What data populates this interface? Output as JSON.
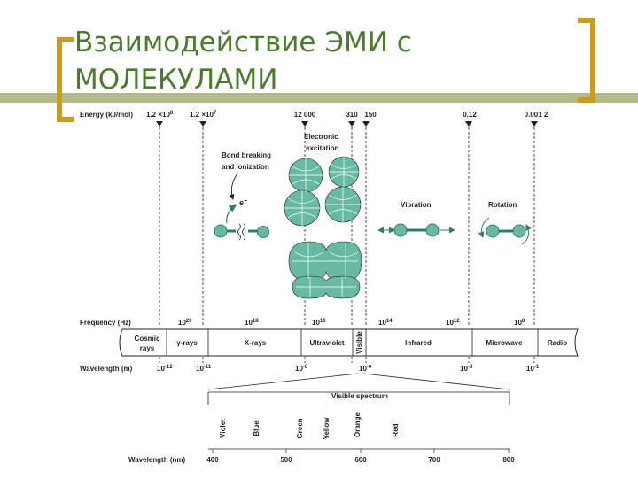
{
  "title": {
    "line1": "Взаимодействие ЭМИ с",
    "line2": "МОЛЕКУЛАМИ"
  },
  "energy": {
    "label": "Energy (kJ/mol)",
    "ticks": [
      {
        "base": "1.2 ×10",
        "exp": "8"
      },
      {
        "base": "1.2 ×10",
        "exp": "7"
      },
      {
        "base": "12 000",
        "exp": ""
      },
      {
        "base": "310",
        "exp": ""
      },
      {
        "base": "150",
        "exp": ""
      },
      {
        "base": "0.12",
        "exp": ""
      },
      {
        "base": "0.001 2",
        "exp": ""
      }
    ]
  },
  "processes": {
    "bond_breaking_line1": "Bond breaking",
    "bond_breaking_line2": "and ionization",
    "electron": "e",
    "electron_sup": "−",
    "electronic_line1": "Electronic",
    "electronic_line2": "excitation",
    "vibration": "Vibration",
    "rotation": "Rotation"
  },
  "frequency": {
    "label": "Frequency (Hz)",
    "ticks": [
      {
        "base": "10",
        "exp": "20"
      },
      {
        "base": "10",
        "exp": "18"
      },
      {
        "base": "10",
        "exp": "16"
      },
      {
        "base": "10",
        "exp": "14"
      },
      {
        "base": "10",
        "exp": "12"
      },
      {
        "base": "10",
        "exp": "8"
      }
    ]
  },
  "regions": {
    "cosmic_line1": "Cosmic",
    "cosmic_line2": "rays",
    "gamma": "γ-rays",
    "xrays": "X-rays",
    "ultraviolet": "Ultraviolet",
    "visible": "Visible",
    "infrared": "Infrared",
    "microwave": "Microwave",
    "radio": "Radio"
  },
  "wavelength_m": {
    "label": "Wavelength (m)",
    "ticks": [
      {
        "base": "10",
        "exp": "-12"
      },
      {
        "base": "10",
        "exp": "-11"
      },
      {
        "base": "10",
        "exp": "-8"
      },
      {
        "base": "10",
        "exp": "-6"
      },
      {
        "base": "10",
        "exp": "-3"
      },
      {
        "base": "10",
        "exp": "-1"
      }
    ]
  },
  "visible_spectrum": {
    "label": "Visible spectrum",
    "colors": [
      "Violet",
      "Blue",
      "Green",
      "Yellow",
      "Orange",
      "Red"
    ]
  },
  "wavelength_nm": {
    "label": "Wavelength (nm)",
    "ticks": [
      "400",
      "500",
      "600",
      "700",
      "800"
    ]
  },
  "colors": {
    "title": "#4c7a2e",
    "bracket": "#c79d1b",
    "band": "#b5b98a",
    "molecule": "#67b9a4",
    "molecule_dark": "#2f7d69",
    "ink": "#231f20"
  }
}
